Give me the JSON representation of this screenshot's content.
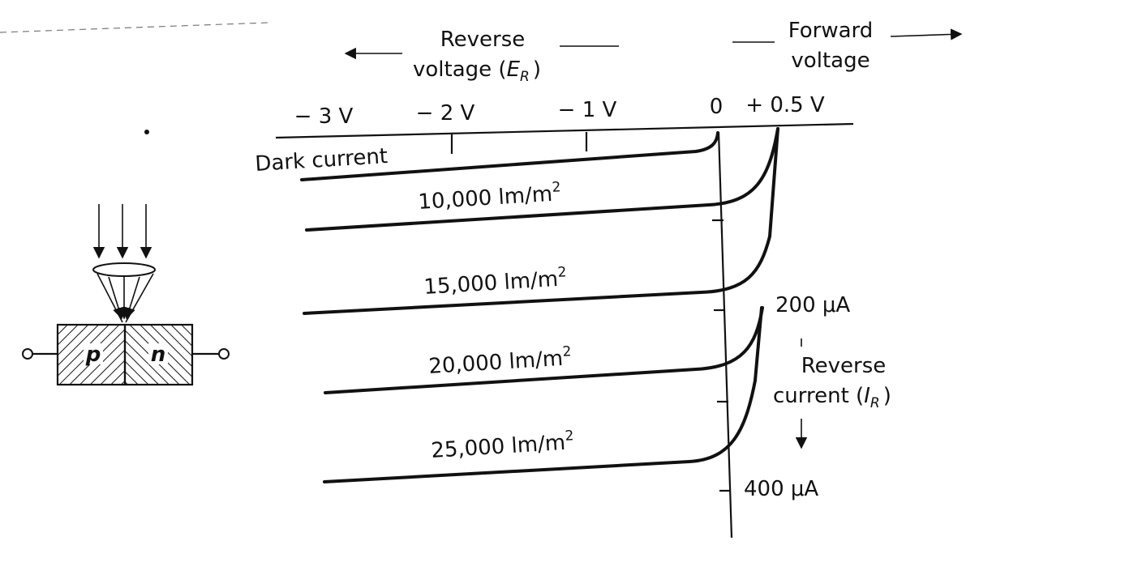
{
  "axis_labels": {
    "reverse_voltage_line1": "Reverse",
    "reverse_voltage_line2": "voltage (",
    "reverse_voltage_sym": "E",
    "reverse_voltage_sub": "R",
    "reverse_voltage_close": ")",
    "forward_voltage_line1": "Forward",
    "forward_voltage_line2": "voltage",
    "reverse_current_line1": "Reverse",
    "reverse_current_line2": "current (",
    "reverse_current_sym": "I",
    "reverse_current_sub": "R",
    "reverse_current_close": ")"
  },
  "voltage_ticks": [
    "− 3 V",
    "− 2 V",
    "− 1 V",
    "0",
    "+ 0.5 V"
  ],
  "current_ticks": [
    "200 μA",
    "400 μA"
  ],
  "curves": [
    {
      "label": "Dark current",
      "sup": ""
    },
    {
      "label": "10,000 lm/m",
      "sup": "2"
    },
    {
      "label": "15,000 lm/m",
      "sup": "2"
    },
    {
      "label": "20,000 lm/m",
      "sup": "2"
    },
    {
      "label": "25,000 lm/m",
      "sup": "2"
    }
  ],
  "junction": {
    "p_label": "p",
    "n_label": "n"
  }
}
